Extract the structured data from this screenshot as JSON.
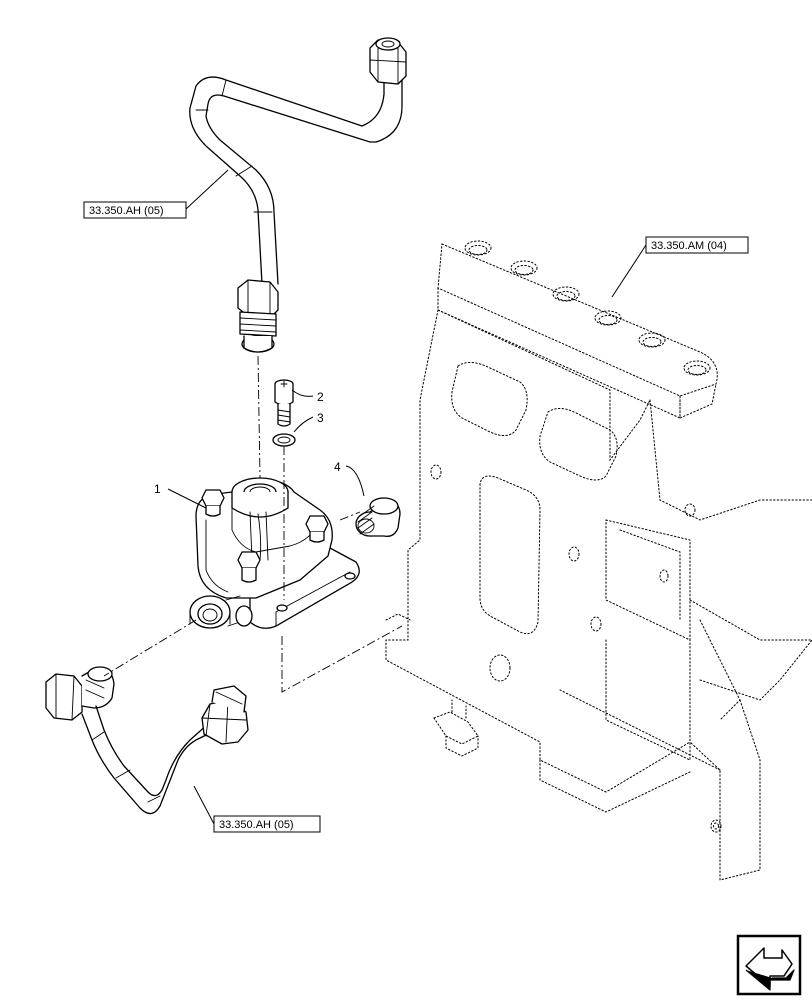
{
  "callouts": {
    "item_1": "1",
    "item_2": "2",
    "item_3": "3",
    "item_4": "4"
  },
  "references": {
    "upper_pipe": "33.350.AH (05)",
    "frame": "33.350.AM (04)",
    "lower_pipe": "33.350.AH (05)"
  },
  "navigation": {
    "icon": "navigation-arrow-icon"
  }
}
